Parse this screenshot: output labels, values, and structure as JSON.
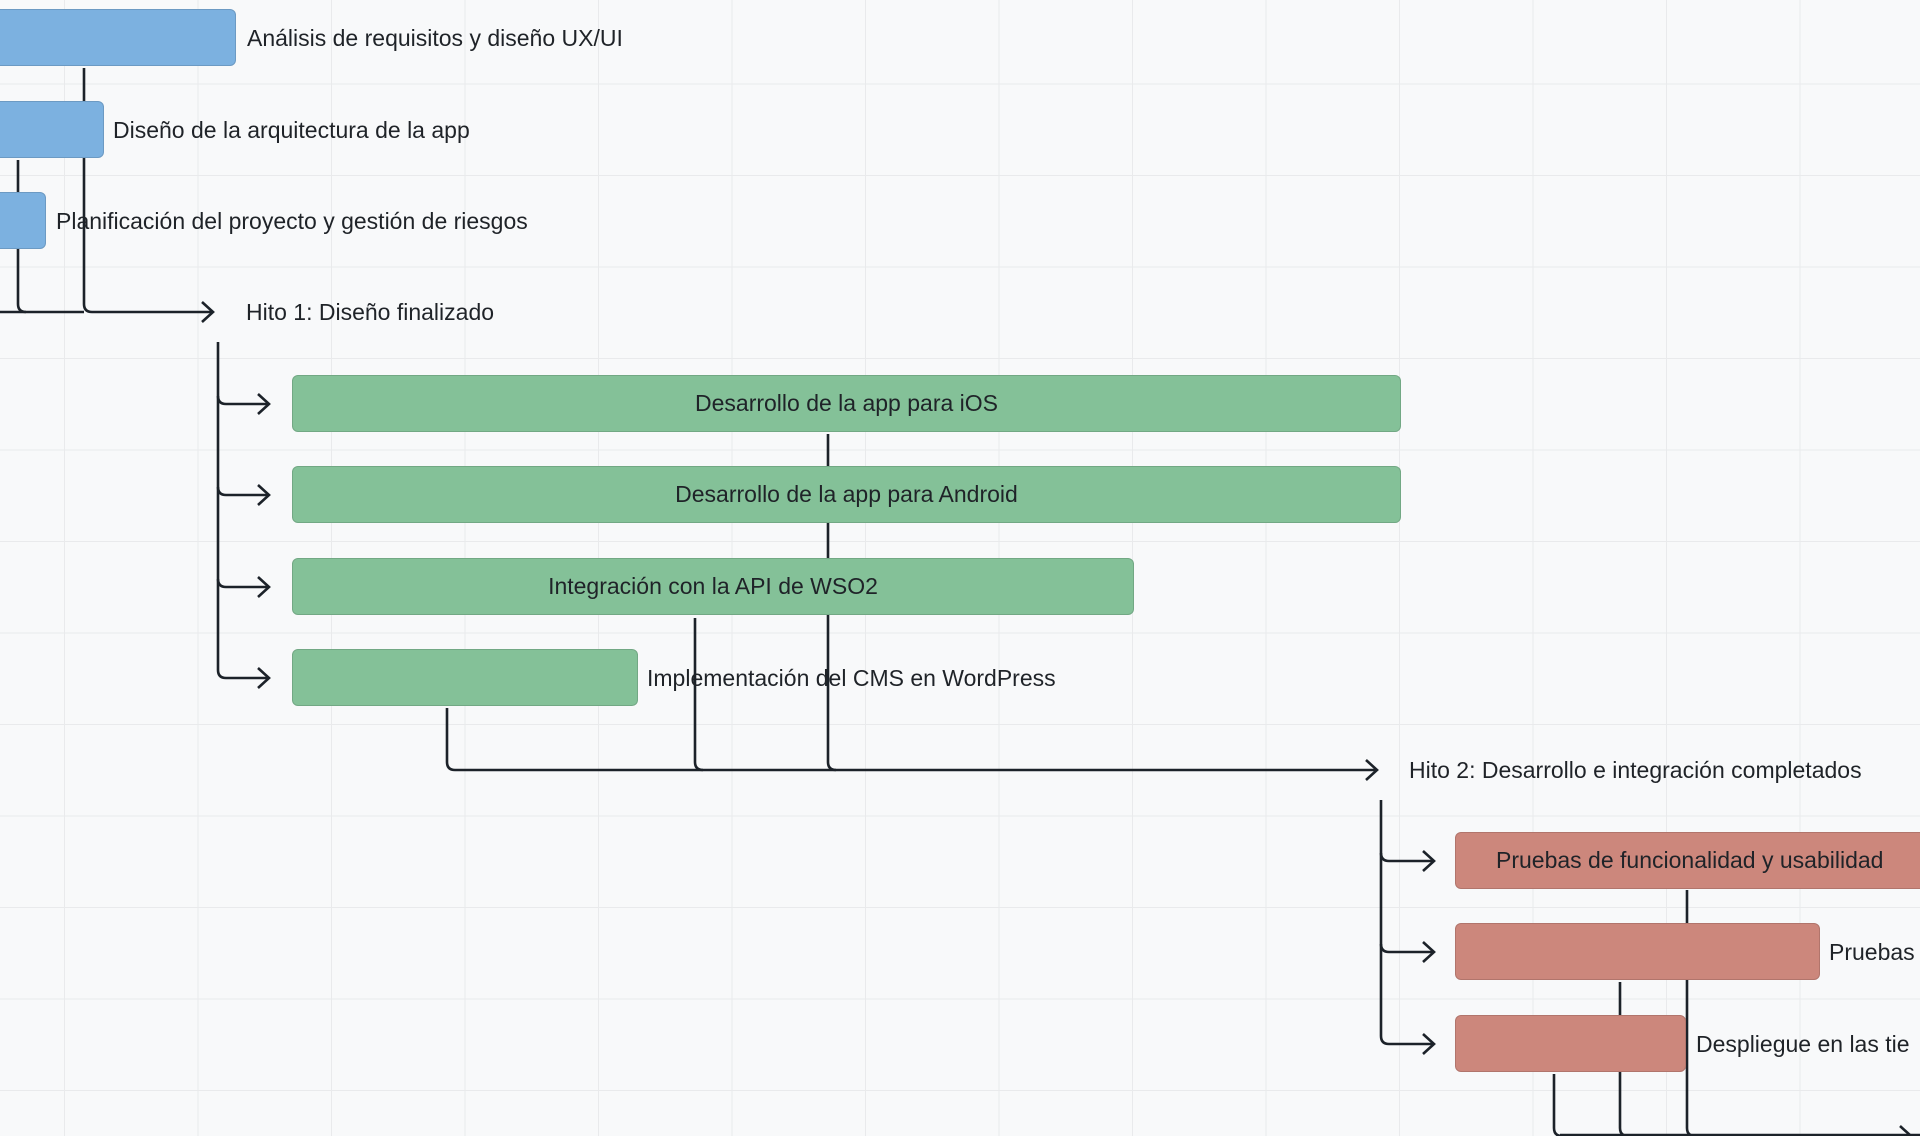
{
  "colors": {
    "phase1": "#7cb1e0",
    "phase2": "#84c198",
    "phase3": "#cc877c",
    "connector": "#1c2229"
  },
  "tasks": {
    "t1": "Análisis de requisitos y diseño UX/UI",
    "t2": "Diseño de la arquitectura de la app",
    "t3": "Planificación del proyecto y gestión de riesgos",
    "t4": "Desarrollo de la app para iOS",
    "t5": "Desarrollo de la app para Android",
    "t6": "Integración con la API de WSO2",
    "t7": "Implementación del CMS en WordPress",
    "t8": "Pruebas de funcionalidad y usabilidad",
    "t9": "Pruebas",
    "t10": "Despliegue en las tie"
  },
  "milestones": {
    "m1": "Hito 1: Diseño finalizado",
    "m2": "Hito 2: Desarrollo e integración completados"
  }
}
